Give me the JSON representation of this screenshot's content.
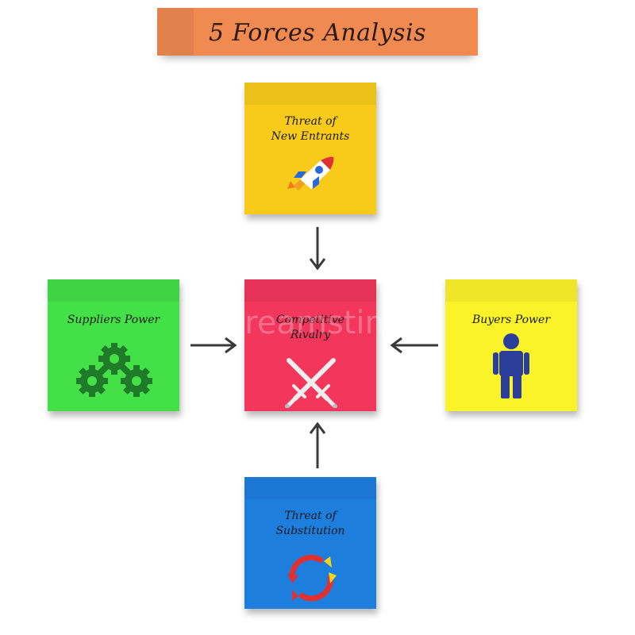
{
  "title": "5 Forces Analysis",
  "forces": {
    "new_entrants": {
      "label": "Threat of\nNew Entrants",
      "icon": "rocket-icon"
    },
    "suppliers": {
      "label": "Suppliers Power",
      "icon": "gears-icon"
    },
    "rivalry": {
      "label": "Competitive\nRivalry",
      "icon": "crossed-swords-icon"
    },
    "buyers": {
      "label": "Buyers Power",
      "icon": "person-icon"
    },
    "substitution": {
      "label": "Threat of\nSubstitution",
      "icon": "cycle-arrows-icon"
    }
  },
  "colors": {
    "title": "#f08a50",
    "new_entrants": "#f8cb1a",
    "suppliers": "#44e048",
    "rivalry": "#f2365c",
    "buyers": "#fbf32a",
    "substitution": "#1e7ede"
  },
  "watermark": "dreamstime"
}
